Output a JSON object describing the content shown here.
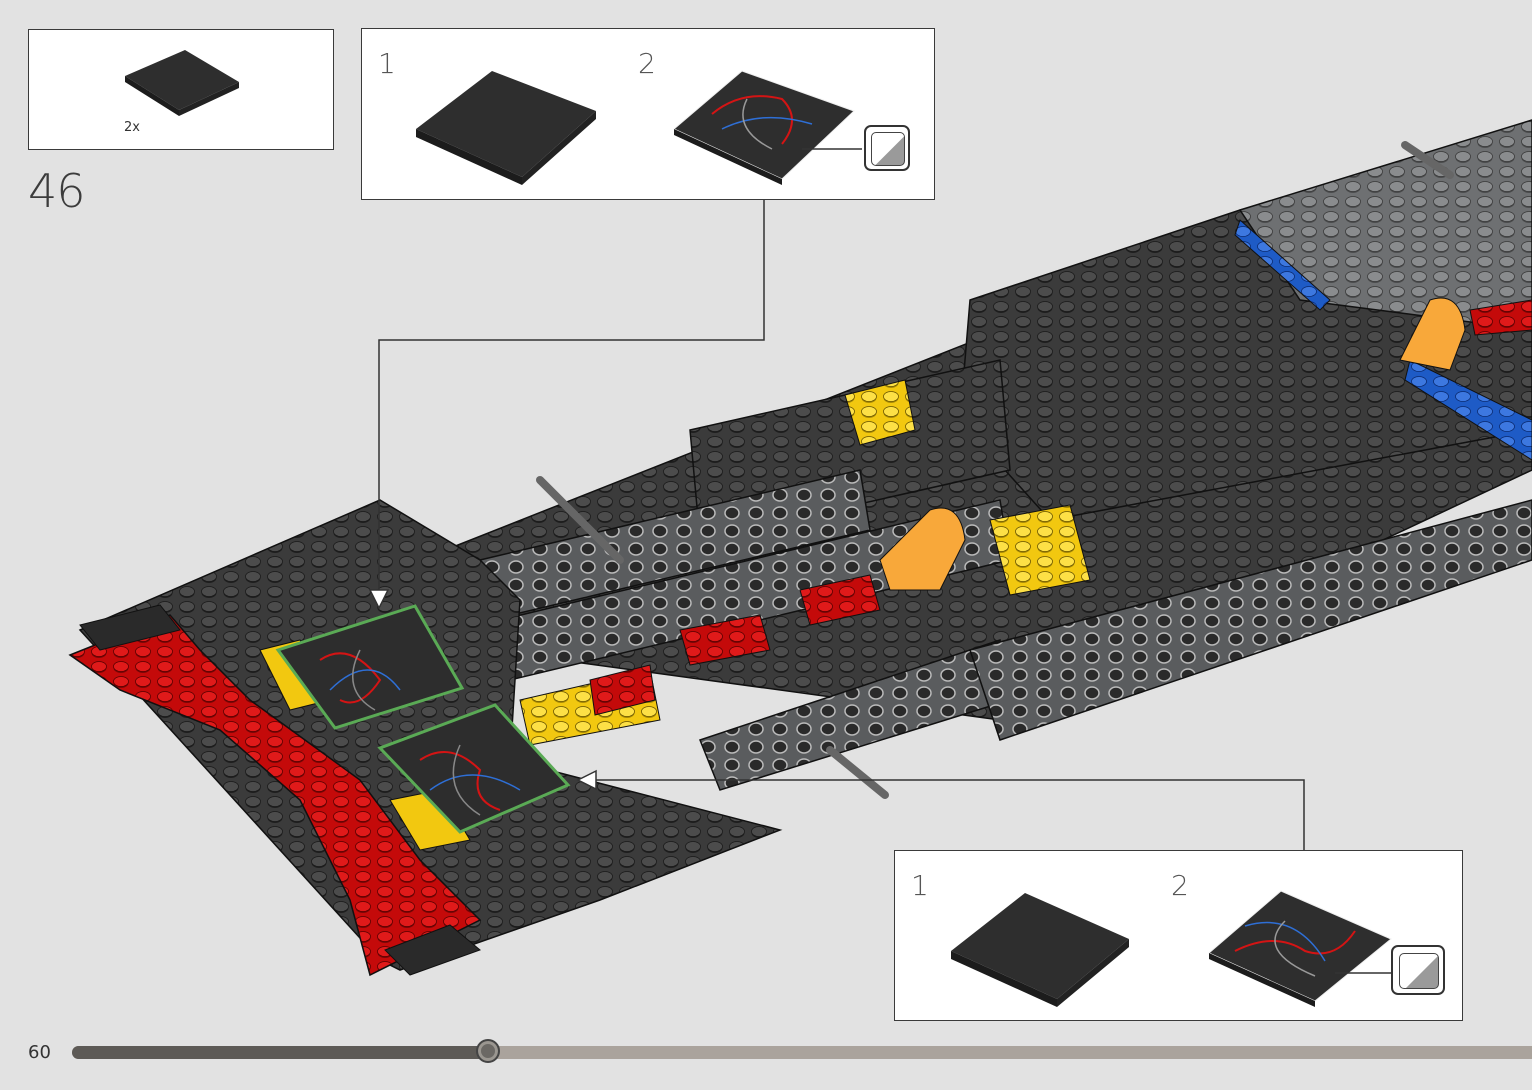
{
  "page": {
    "number": "60",
    "step": "46",
    "progress": 0.285
  },
  "parts_list": {
    "quantity": "2x"
  },
  "callout_top": {
    "sub1": "1",
    "sub2": "2"
  },
  "callout_bottom": {
    "sub1": "1",
    "sub2": "2"
  },
  "colors": {
    "background": "#e2e2e2",
    "brick_dark": "#2e2e2e",
    "brick_gray": "#6c6e70",
    "red": "#d40d0d",
    "yellow": "#f7d117",
    "orange": "#f8a83a",
    "blue": "#1e5bc6",
    "highlight": "#5aaa55"
  }
}
